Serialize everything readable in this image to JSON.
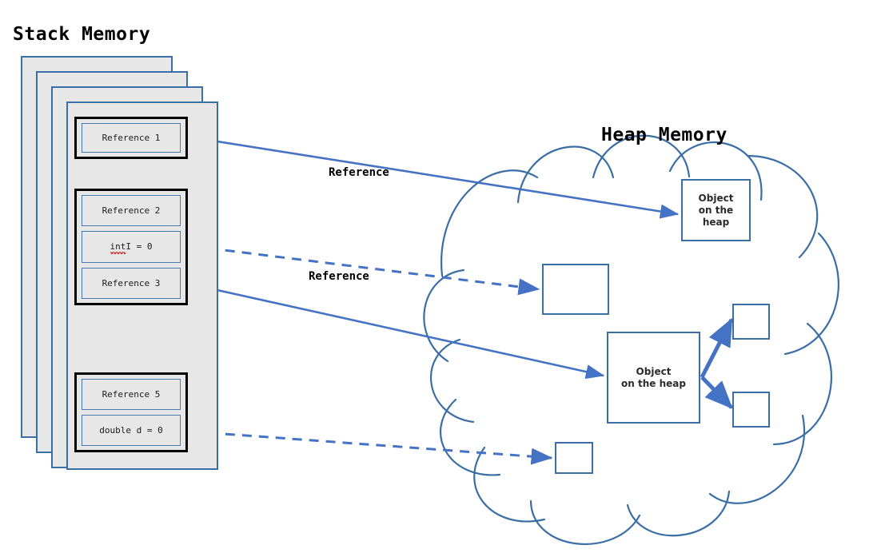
{
  "diagram": {
    "stack_title": "Stack Memory",
    "heap_title": "Heap Memory",
    "accent_blue": "#3a6ea5",
    "arrow_blue": "#4472c4",
    "card_fill": "#e7e7e7",
    "frame_outline": "#000000"
  },
  "stack": {
    "frames": [
      {
        "name": "frame-top",
        "slots": [
          {
            "label": "Reference 1",
            "kind": "reference"
          }
        ]
      },
      {
        "name": "frame-middle",
        "slots": [
          {
            "label": "Reference 2",
            "kind": "reference"
          },
          {
            "label": "int I = 0",
            "kind": "primitive",
            "spellcheck_word": "int",
            "rest": " I = 0"
          },
          {
            "label": "Reference 3",
            "kind": "reference"
          }
        ]
      },
      {
        "name": "frame-bottom",
        "slots": [
          {
            "label": "Reference 5",
            "kind": "reference"
          },
          {
            "label": "double d = 0",
            "kind": "primitive"
          }
        ]
      }
    ]
  },
  "heap": {
    "boxes": [
      {
        "id": "heap-obj-0",
        "label": "Object\non the\nheap",
        "lines": [
          "Object",
          "on the",
          "heap"
        ]
      },
      {
        "id": "heap-box-1",
        "label": "",
        "lines": []
      },
      {
        "id": "heap-obj-2",
        "label": "Object\non the heap",
        "lines": [
          "Object",
          "on the heap"
        ]
      },
      {
        "id": "heap-box-3",
        "label": "",
        "lines": []
      },
      {
        "id": "heap-box-4",
        "label": "",
        "lines": []
      },
      {
        "id": "heap-box-5",
        "label": "",
        "lines": []
      }
    ]
  },
  "arrows": {
    "labels": [
      {
        "text": "Reference",
        "style": "solid"
      },
      {
        "text": "Reference",
        "style": "dashed"
      }
    ]
  },
  "text": {
    "obj0_line1": "Object",
    "obj0_line2": "on the",
    "obj0_line3": "heap",
    "obj2_line1": "Object",
    "obj2_line2": "on the heap",
    "slot_ref1": "Reference 1",
    "slot_ref2": "Reference 2",
    "slot_int_word": "int",
    "slot_int_rest": " I = 0",
    "slot_ref3": "Reference 3",
    "slot_ref5": "Reference 5",
    "slot_double": "double d = 0",
    "ref_label_0": "Reference",
    "ref_label_1": "Reference"
  }
}
